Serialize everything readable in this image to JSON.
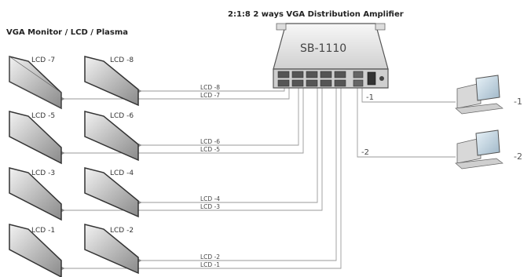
{
  "diagram": {
    "title": "2:1:8  2 ways VGA Distribution Amplifier",
    "monitors_title": "VGA Monitor / LCD / Plasma",
    "device": {
      "label": "SB-1110"
    },
    "inputs": [
      {
        "port_label": "-1",
        "pc_label": "-1"
      },
      {
        "port_label": "-2",
        "pc_label": "-2"
      }
    ],
    "monitors": [
      {
        "label": "LCD -7"
      },
      {
        "label": "LCD -8"
      },
      {
        "label": "LCD -5"
      },
      {
        "label": "LCD -6"
      },
      {
        "label": "LCD -3"
      },
      {
        "label": "LCD -4"
      },
      {
        "label": "LCD -1"
      },
      {
        "label": "LCD -2"
      }
    ],
    "cables": [
      {
        "label": "LCD -8"
      },
      {
        "label": "LCD -7"
      },
      {
        "label": "LCD -6"
      },
      {
        "label": "LCD -5"
      },
      {
        "label": "LCD -4"
      },
      {
        "label": "LCD -3"
      },
      {
        "label": "LCD -2"
      },
      {
        "label": "LCD -1"
      }
    ]
  }
}
